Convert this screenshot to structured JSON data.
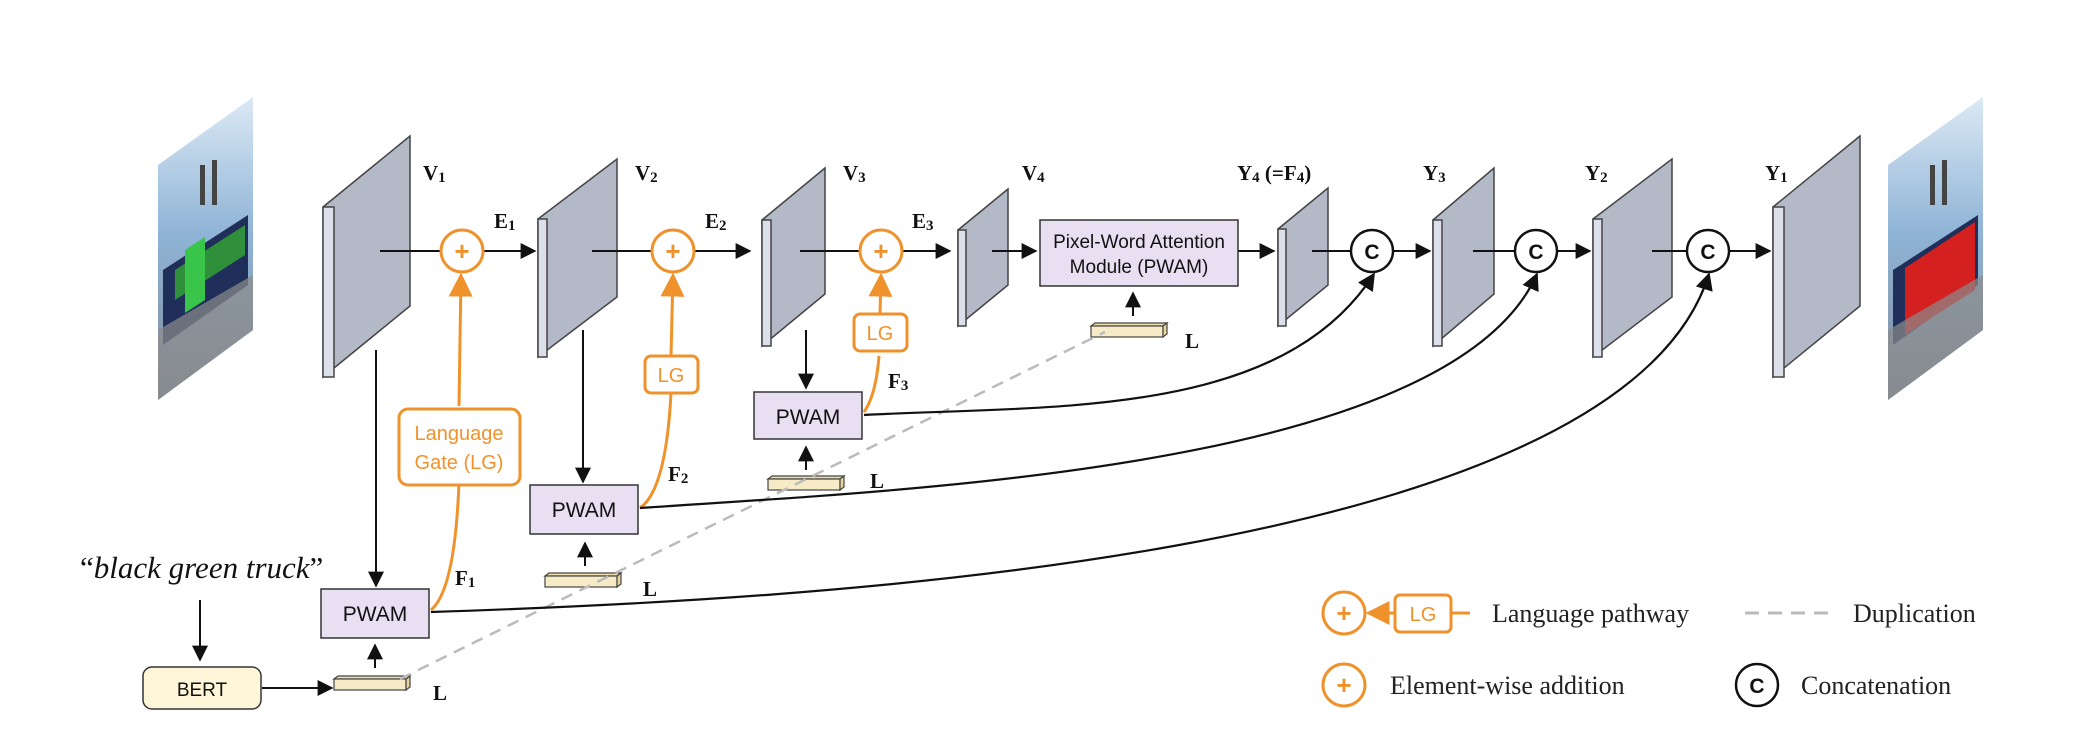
{
  "colors": {
    "orange": "#F0922B",
    "pwam_fill": "#E8DFF3",
    "feature_map_front": "#B4B9C8",
    "feature_map_side": "#DDE0EA",
    "lang_feature": "#F6EBC6",
    "bert_fill": "#FFF6D9",
    "dash": "#BBBBBB"
  },
  "encoder": {
    "v_labels": [
      "V",
      "V",
      "V",
      "V"
    ],
    "v_subs": [
      "1",
      "2",
      "3",
      "4"
    ],
    "e_labels": [
      "E",
      "E",
      "E"
    ],
    "e_subs": [
      "1",
      "2",
      "3"
    ],
    "f_labels": [
      "F",
      "F",
      "F"
    ],
    "f_subs": [
      "1",
      "2",
      "3"
    ]
  },
  "decoder": {
    "y4_label": "Y",
    "y4_sub": "4",
    "y4_suffix": " (=F",
    "y4_suffix_sub": "4",
    "y4_close": ")",
    "y_labels": [
      "Y",
      "Y",
      "Y"
    ],
    "y_subs": [
      "3",
      "2",
      "1"
    ]
  },
  "modules": {
    "pwam_label": "PWAM",
    "pwam_big_line1": "Pixel-Word Attention",
    "pwam_big_line2": "Module (PWAM)",
    "lg_label": "LG",
    "lg_gate_line1": "Language",
    "lg_gate_line2": "Gate (LG)",
    "bert_label": "BERT",
    "lang_label": "L",
    "concat_symbol": "C",
    "plus_symbol": "+"
  },
  "input_text": {
    "open_quote": "“",
    "phrase": "black green truck",
    "close_quote": "”"
  },
  "legend": {
    "language_pathway": "Language pathway",
    "duplication": "Duplication",
    "element_wise": "Element-wise addition",
    "concatenation": "Concatenation",
    "lg": "LG",
    "concat_symbol": "C",
    "plus_symbol": "+"
  }
}
